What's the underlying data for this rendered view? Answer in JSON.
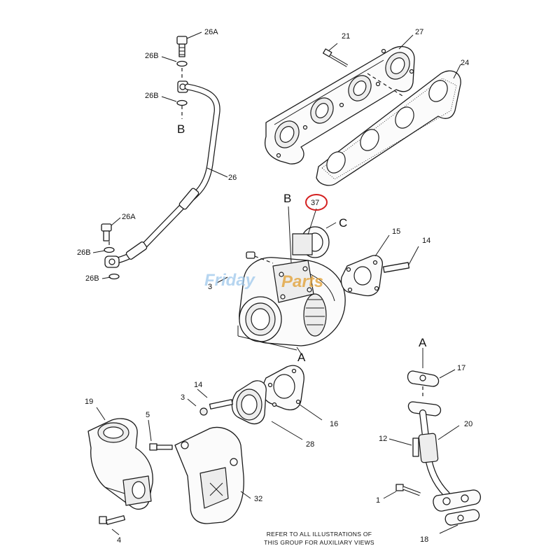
{
  "title": "",
  "callouts": {
    "c26a_top": "26A",
    "c26b_top1": "26B",
    "c26b_top2": "26B",
    "c26": "26",
    "c26a_bot": "26A",
    "c26b_bot1": "26B",
    "c26b_bot2": "26B",
    "c21": "21",
    "c27": "27",
    "c24": "24",
    "c37": "37",
    "c15": "15",
    "c14_top": "14",
    "c3_top": "3",
    "c14_bot": "14",
    "c3_bot": "3",
    "c16": "16",
    "c28": "28",
    "c19": "19",
    "c5": "5",
    "c32": "32",
    "c4": "4",
    "c17": "17",
    "c20": "20",
    "c12": "12",
    "c1": "1",
    "c18": "18"
  },
  "view_letters": {
    "b_top": "B",
    "b_mid": "B",
    "c_mid": "C",
    "a_mid": "A",
    "a_right": "A"
  },
  "highlight": {
    "target": "37",
    "color": "#d42020"
  },
  "watermark": {
    "part1": "Friday",
    "part2": "Parts",
    "color1": "#9ec8ec",
    "color2": "#e3a33a"
  },
  "footer": {
    "line1": "REFER TO ALL ILLUSTRATIONS OF",
    "line2": "THIS GROUP FOR AUXILIARY VIEWS"
  }
}
